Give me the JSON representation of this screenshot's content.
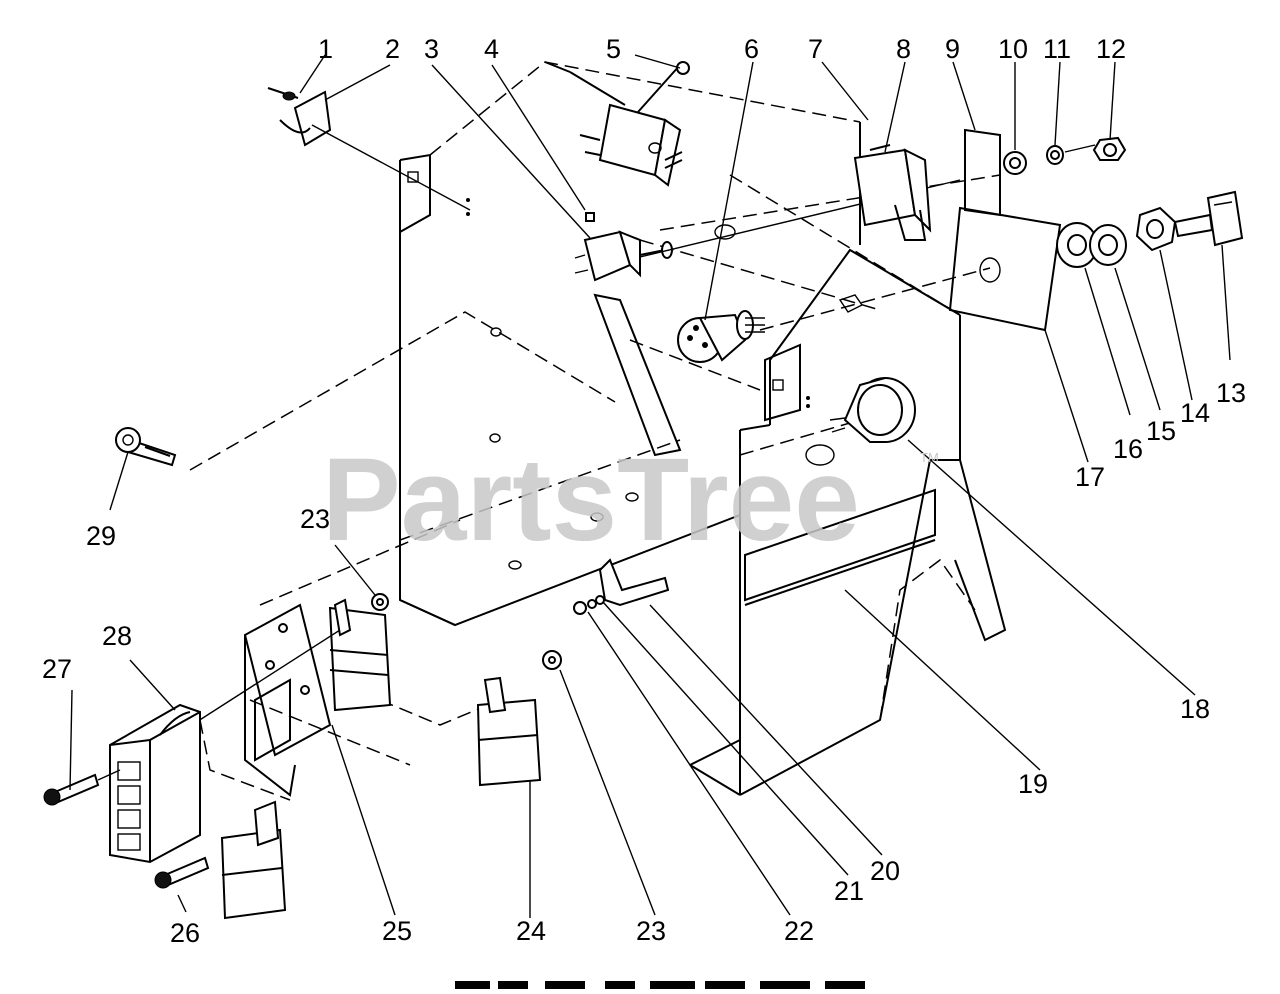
{
  "watermark": {
    "brand": "PartsTree",
    "trademark": "TM"
  },
  "callouts": {
    "c1": "1",
    "c2": "2",
    "c3": "3",
    "c4": "4",
    "c5": "5",
    "c6": "6",
    "c7": "7",
    "c8": "8",
    "c9": "9",
    "c10": "10",
    "c11": "11",
    "c12": "12",
    "c13": "13",
    "c14": "14",
    "c15": "15",
    "c16": "16",
    "c17": "17",
    "c18": "18",
    "c19": "19",
    "c20": "20",
    "c21": "21",
    "c22": "22",
    "c23a": "23",
    "c23b": "23",
    "c24": "24",
    "c25": "25",
    "c26": "26",
    "c27": "27",
    "c28": "28",
    "c29": "29"
  }
}
